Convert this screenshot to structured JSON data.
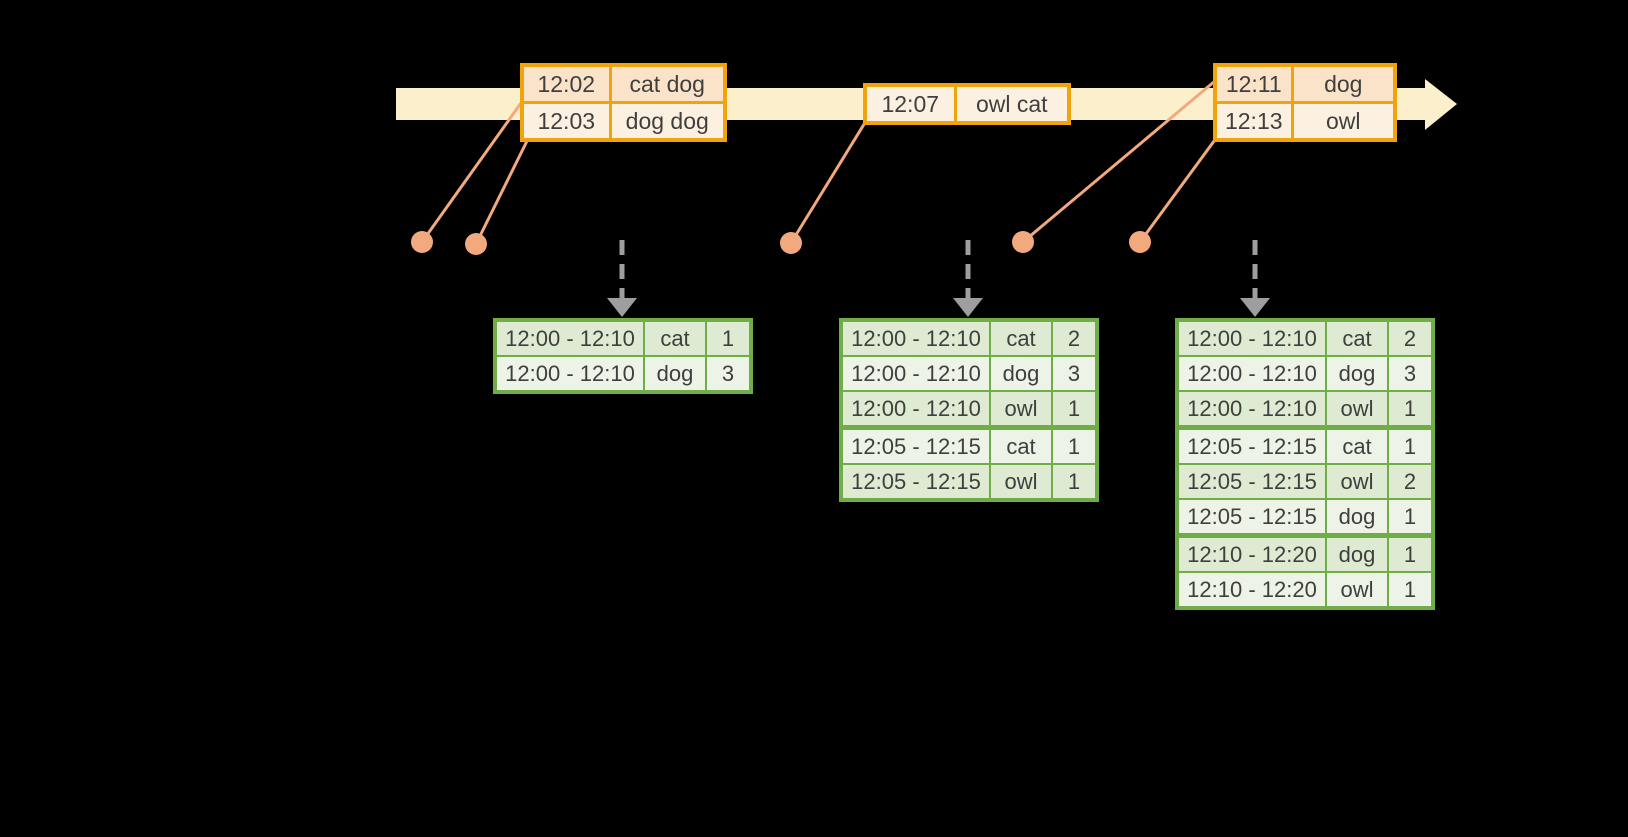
{
  "colors": {
    "background": "#000000",
    "timeline_fill": "#FBF0CB",
    "event_table_border": "#F0A30A",
    "event_row_dark": "#FAE3C8",
    "event_row_light": "#FCF1E0",
    "result_table_border": "#6FAE46",
    "result_row_dark": "#DFEAD3",
    "result_row_light": "#EDF3E7",
    "dot_and_connector": "#F2A97D",
    "drop_arrow_gray": "#9E9E9E",
    "text": "#3F3F3F"
  },
  "icons": {
    "timeline_arrow": "right-pointing cream block arrow",
    "event_dot": "filled orange circle on arrival time",
    "connector_line": "thin orange line from dot to event table",
    "drop_arrow": "gray dashed downward arrow"
  },
  "event_batches": [
    {
      "rows": [
        {
          "time": "12:02",
          "words": "cat dog"
        },
        {
          "time": "12:03",
          "words": "dog dog"
        }
      ]
    },
    {
      "rows": [
        {
          "time": "12:07",
          "words": "owl cat"
        }
      ]
    },
    {
      "rows": [
        {
          "time": "12:11",
          "words": "dog"
        },
        {
          "time": "12:13",
          "words": "owl"
        }
      ]
    }
  ],
  "result_tables": [
    {
      "rows": [
        {
          "window": "12:00 - 12:10",
          "word": "cat",
          "count": "1"
        },
        {
          "window": "12:00 - 12:10",
          "word": "dog",
          "count": "3"
        }
      ]
    },
    {
      "rows": [
        {
          "window": "12:00 - 12:10",
          "word": "cat",
          "count": "2"
        },
        {
          "window": "12:00 - 12:10",
          "word": "dog",
          "count": "3"
        },
        {
          "window": "12:00 - 12:10",
          "word": "owl",
          "count": "1"
        },
        {
          "window": "12:05 - 12:15",
          "word": "cat",
          "count": "1"
        },
        {
          "window": "12:05 - 12:15",
          "word": "owl",
          "count": "1"
        }
      ]
    },
    {
      "rows": [
        {
          "window": "12:00 - 12:10",
          "word": "cat",
          "count": "2"
        },
        {
          "window": "12:00 - 12:10",
          "word": "dog",
          "count": "3"
        },
        {
          "window": "12:00 - 12:10",
          "word": "owl",
          "count": "1"
        },
        {
          "window": "12:05 - 12:15",
          "word": "cat",
          "count": "1"
        },
        {
          "window": "12:05 - 12:15",
          "word": "owl",
          "count": "2"
        },
        {
          "window": "12:05 - 12:15",
          "word": "dog",
          "count": "1"
        },
        {
          "window": "12:10 - 12:20",
          "word": "dog",
          "count": "1"
        },
        {
          "window": "12:10 - 12:20",
          "word": "owl",
          "count": "1"
        }
      ]
    }
  ]
}
